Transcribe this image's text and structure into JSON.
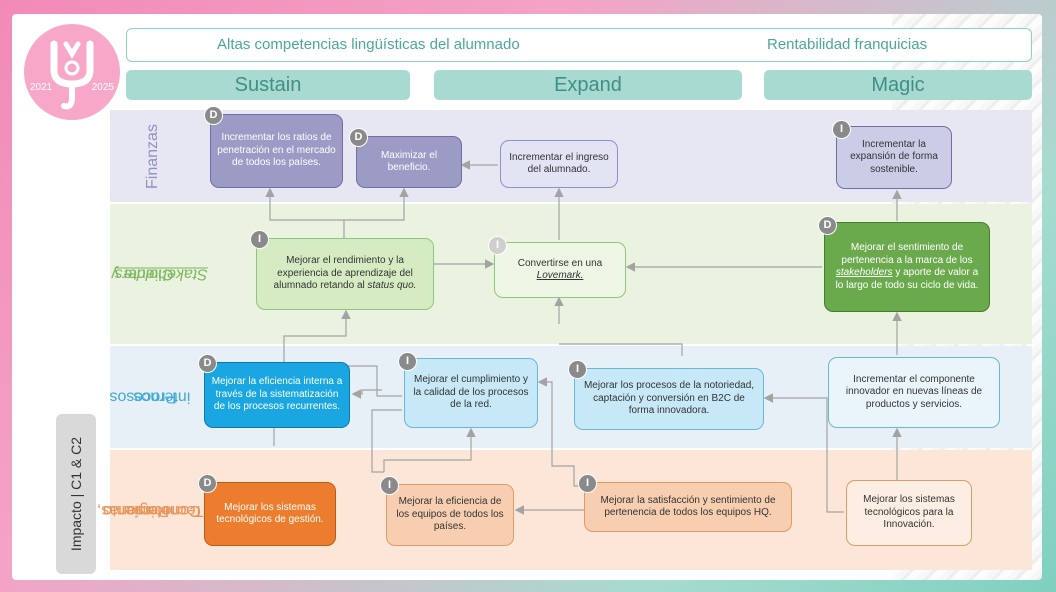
{
  "logo": {
    "year_start": "2021",
    "year_end": "2025"
  },
  "header": {
    "left_title": "Altas competencias lingüísticas del alumnado",
    "right_title": "Rentabilidad franquicias"
  },
  "columns": [
    "Sustain",
    "Expand",
    "Magic"
  ],
  "impact_label": "Impacto | C1 & C2",
  "bands": {
    "finanzas": "Finanzas",
    "cliente_1": "Cliente y",
    "cliente_2": "Stakeholders",
    "procesos_1": "Procesos",
    "procesos_2": "internos",
    "personas_1": "Personas,",
    "personas_2": "Conocimiento",
    "personas_3": "y Tecnología"
  },
  "colors": {
    "finanzas_band": "#e6e7f3",
    "cliente_band": "#eaf3df",
    "procesos_band": "#e8f0f7",
    "personas_band": "#fbe6d8"
  },
  "boxes": {
    "f1": "Incrementar los ratios de penetración en el mercado de todos los países.",
    "f2": "Maximizar el beneficio.",
    "f3": "Incrementar el ingreso del alumnado.",
    "f4": "Incrementar la expansión de forma sostenible.",
    "c1_a": "Mejorar el rendimiento y la experiencia de aprendizaje del alumnado retando al",
    "c1_b": "status quo.",
    "c2_a": "Convertirse en una",
    "c2_b": "Lovemark.",
    "c3_a": "Mejorar el sentimiento de pertenencia a la marca de los",
    "c3_b": "stakeholders",
    "c3_c": "y aporte de valor a lo largo de todo su ciclo de vida.",
    "p1": "Mejorar la eficiencia interna a través de la sistematización de los procesos recurrentes.",
    "p2": "Mejorar el cumplimiento y la calidad de los procesos de la red.",
    "p3": "Mejorar los procesos de la notoriedad, captación y conversión en B2C de forma innovadora.",
    "p4": "Incrementar el componente innovador en nuevas líneas de productos y servicios.",
    "h1": "Mejorar los sistemas tecnológicos de gestión.",
    "h2": "Mejorar la eficiencia de los equipos de todos los países.",
    "h3": "Mejorar la satisfacción y sentimiento de pertenencia de todos los equipos HQ.",
    "h4": "Mejorar los sistemas tecnológicos para la Innovación."
  },
  "badges": {
    "f1": "D",
    "f2": "D",
    "f4": "I",
    "c1": "I",
    "c2": "I",
    "c3": "D",
    "p1": "D",
    "p2": "I",
    "p3": "I",
    "h1": "D",
    "h2": "I",
    "h3": "I"
  }
}
